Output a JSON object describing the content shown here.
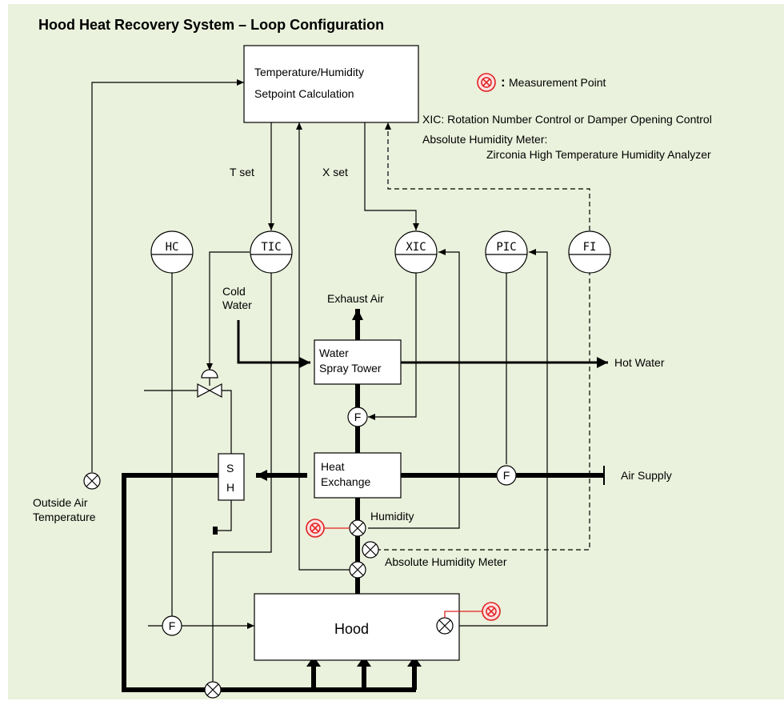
{
  "title": "Hood Heat Recovery System – Loop Configuration",
  "legend": {
    "measurement_point": "Measurement Point",
    "xic_note": "XIC: Rotation Number Control or Damper Opening Control",
    "humidity_meter_line1": "Absolute Humidity Meter:",
    "humidity_meter_line2": "Zirconia High Temperature Humidity Analyzer"
  },
  "boxes": {
    "setpoint_line1": "Temperature/Humidity",
    "setpoint_line2": "Setpoint Calculation",
    "spray_line1": "Water",
    "spray_line2": "Spray Tower",
    "heat_line1": "Heat",
    "heat_line2": "Exchange",
    "sh_line1": "S",
    "sh_line2": "H",
    "hood": "Hood"
  },
  "instruments": {
    "hc": "HC",
    "tic": "TIC",
    "xic": "XIC",
    "pic": "PIC",
    "fi": "FI",
    "flow": "F"
  },
  "labels": {
    "t_set": "T set",
    "x_set": "X set",
    "cold_water_line1": "Cold",
    "cold_water_line2": "Water",
    "exhaust_air": "Exhaust Air",
    "hot_water": "Hot Water",
    "air_supply": "Air Supply",
    "outside_air_line1": "Outside Air",
    "outside_air_line2": "Temperature",
    "humidity": "Humidity",
    "abs_humidity_meter": "Absolute Humidity Meter"
  }
}
